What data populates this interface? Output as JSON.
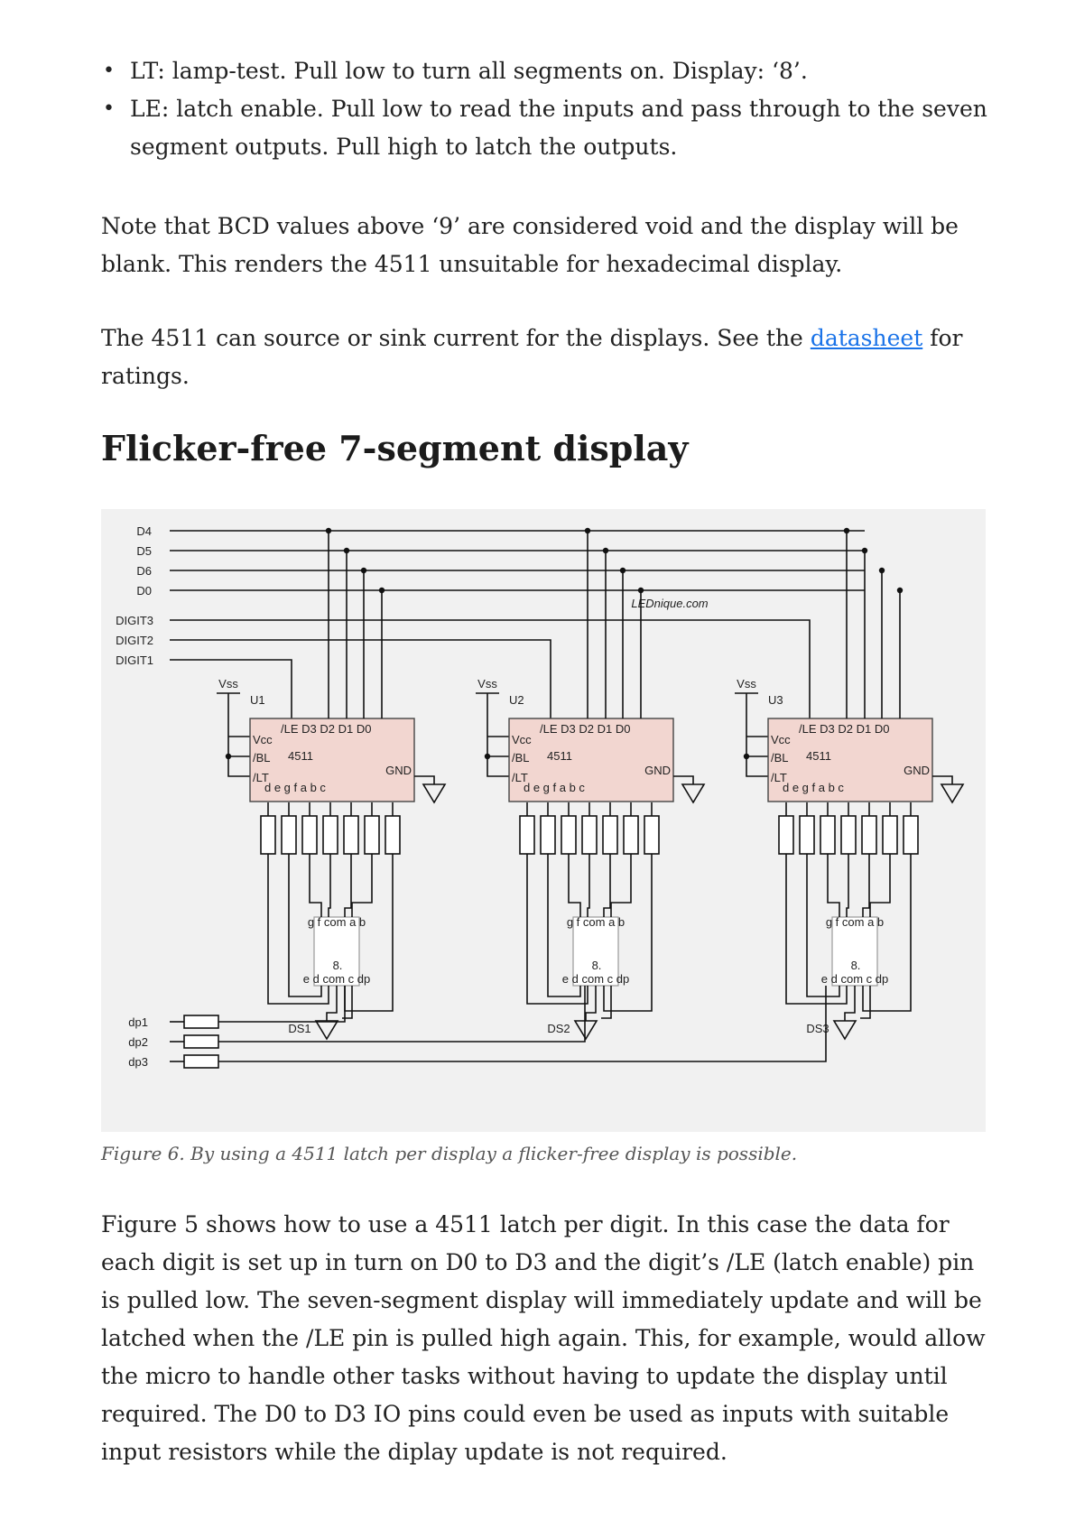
{
  "bullets": [
    "LT: lamp-test. Pull low to turn all segments on. Display: ‘8’.",
    "LE: latch enable. Pull low to read the inputs and pass through to the seven segment outputs. Pull high to latch the outputs."
  ],
  "para1": "Note that BCD values above ‘9’ are considered void and the display will be blank. This renders the 4511 unsuitable for hexadecimal display.",
  "para2": {
    "before": "The 4511 can source or sink current for the displays. See the ",
    "link": "datasheet",
    "after": " for ratings."
  },
  "heading": "Flicker-free 7-segment display",
  "schematic": {
    "data_lines": [
      "D4",
      "D5",
      "D6",
      "D0"
    ],
    "digit_lines": [
      "DIGIT3",
      "DIGIT2",
      "DIGIT1"
    ],
    "dp_lines": [
      "dp1",
      "dp2",
      "dp3"
    ],
    "watermark": "LEDnique.com",
    "vss": "Vss",
    "chip_part": "4511",
    "chip_top_pins": "/LE    D3 D2 D1 D0",
    "chip_left_pins": [
      "Vcc",
      "/BL",
      "/LT"
    ],
    "chip_gnd": "GND",
    "chip_bottom_pins": "d   e   g   f   a   b   c",
    "units": [
      {
        "ref": "U1",
        "display": "DS1"
      },
      {
        "ref": "U2",
        "display": "DS2"
      },
      {
        "ref": "U3",
        "display": "DS3"
      }
    ],
    "display_top_pins": "g  f com a  b",
    "display_bottom_pins": "e  d com c  dp",
    "digit_glyph": "8."
  },
  "caption": "Figure 6. By using a 4511 latch per display a flicker-free display is possible.",
  "para3": "Figure 5 shows how to use a 4511 latch per digit. In this case the data for each digit is set up in turn on D0 to D3 and the digit’s /LE (latch enable) pin is pulled low. The seven-segment display will immediately update and will be latched when the /LE pin is pulled high again. This, for example, would allow the micro to handle other tasks without having to update the display until required. The D0 to D3 IO pins could even be used as inputs with suitable input resistors while the diplay update is not required."
}
